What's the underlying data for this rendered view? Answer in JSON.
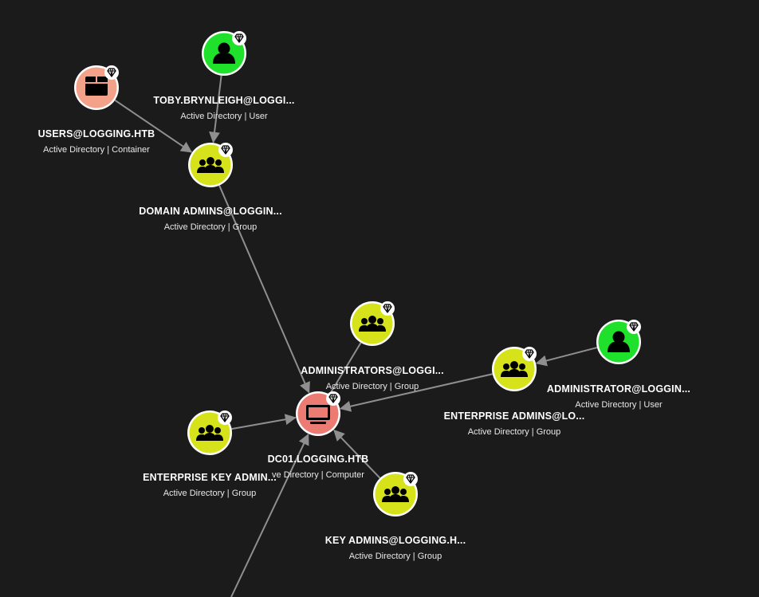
{
  "colors": {
    "background": "#1b1b1b",
    "user": "#1fe02a",
    "group": "#d7e31a",
    "computer": "#ec7b73",
    "container": "#f4a189",
    "edge": "#8f8f8f",
    "ring": "#ffffff"
  },
  "nodes": [
    {
      "id": "toby",
      "type": "user",
      "icon": "user-icon",
      "title": "TOBY.BRYNLEIGH@LOGGI...",
      "subtitle": "Active Directory | User"
    },
    {
      "id": "users",
      "type": "container",
      "icon": "container-icon",
      "title": "USERS@LOGGING.HTB",
      "subtitle": "Active Directory | Container"
    },
    {
      "id": "domainadmins",
      "type": "group",
      "icon": "group-icon",
      "title": "DOMAIN ADMINS@LOGGIN...",
      "subtitle": "Active Directory | Group"
    },
    {
      "id": "administrators",
      "type": "group",
      "icon": "group-icon",
      "title": "ADMINISTRATORS@LOGGI...",
      "subtitle": "Active Directory | Group"
    },
    {
      "id": "administrator",
      "type": "user",
      "icon": "user-icon",
      "title": "ADMINISTRATOR@LOGGIN...",
      "subtitle": "Active Directory | User"
    },
    {
      "id": "enterpriseadmins",
      "type": "group",
      "icon": "group-icon",
      "title": "ENTERPRISE ADMINS@LO...",
      "subtitle": "Active Directory | Group"
    },
    {
      "id": "dc01",
      "type": "computer",
      "icon": "computer-icon",
      "title": "DC01.LOGGING.HTB",
      "subtitle": "ve Directory | Computer"
    },
    {
      "id": "enterprisekey",
      "type": "group",
      "icon": "group-icon",
      "title": "ENTERPRISE KEY ADMIN...",
      "subtitle": "Active Directory | Group"
    },
    {
      "id": "keyadmins",
      "type": "group",
      "icon": "group-icon",
      "title": "KEY ADMINS@LOGGING.H...",
      "subtitle": "Active Directory | Group"
    }
  ],
  "badge_icon": "gem-icon"
}
